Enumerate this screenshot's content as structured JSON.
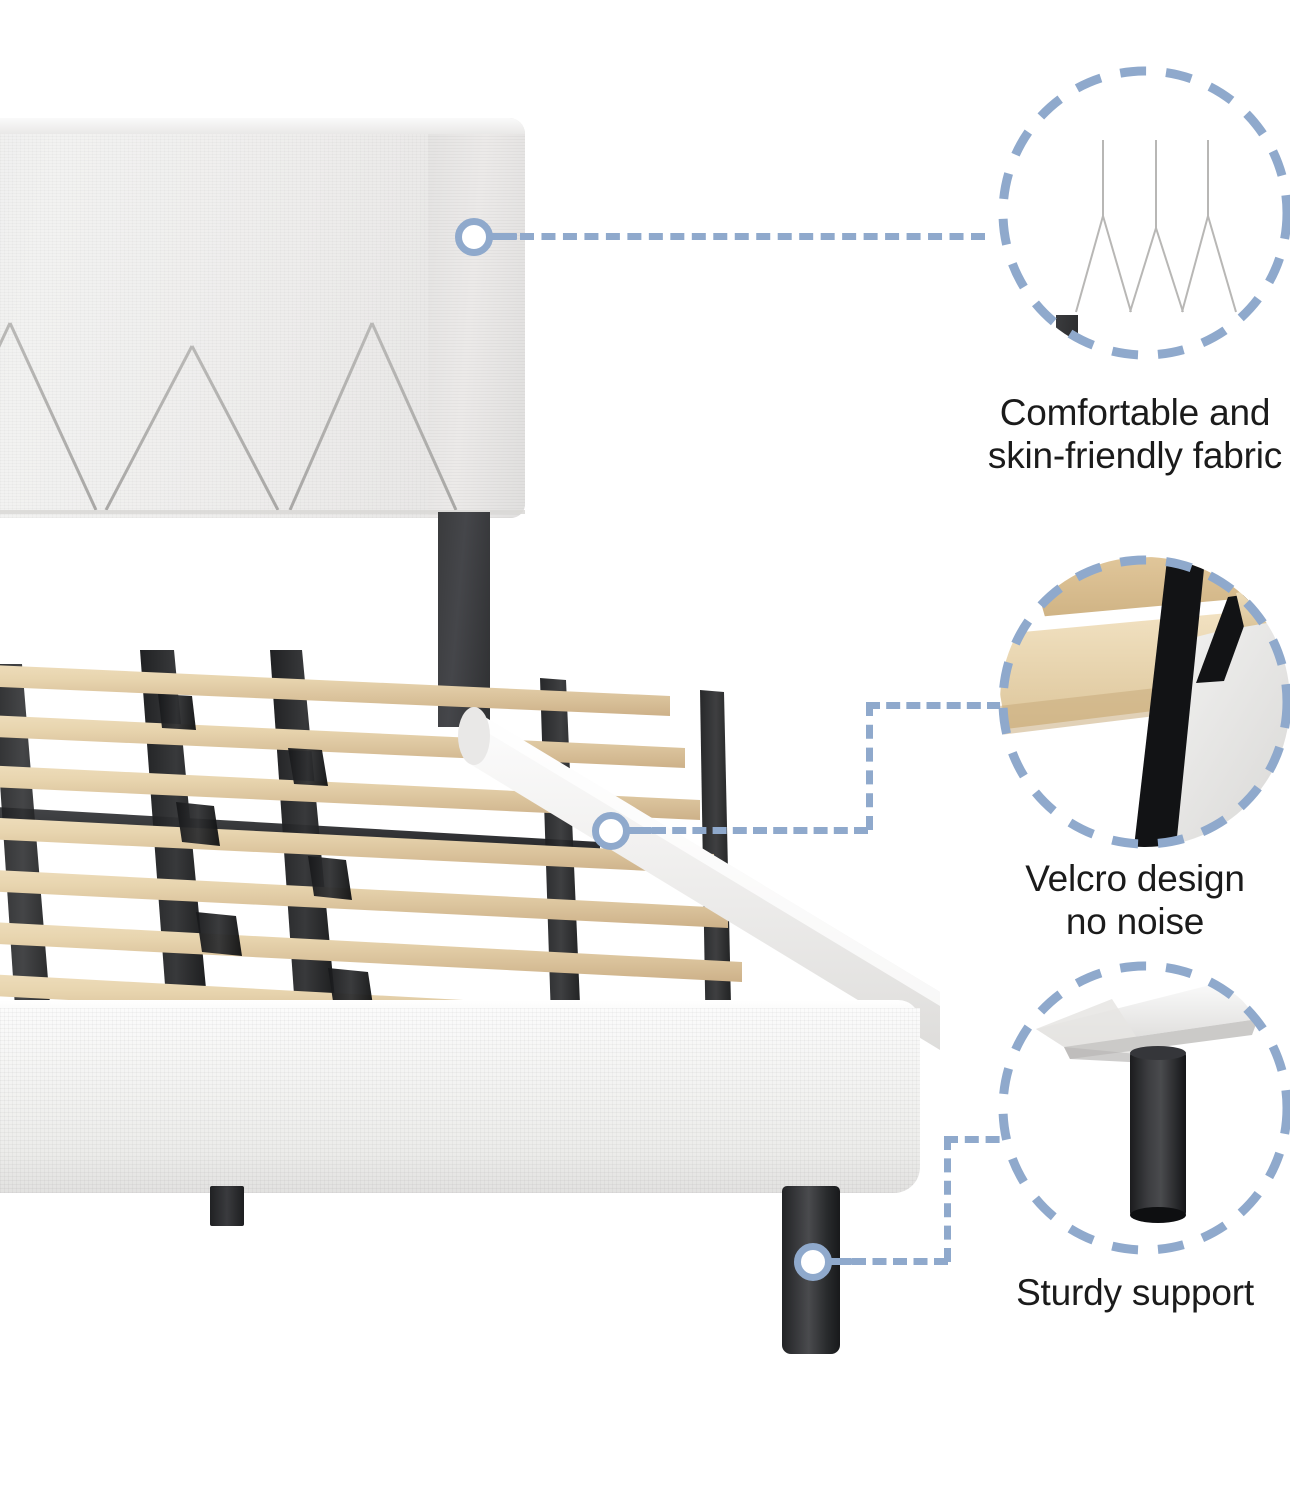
{
  "product": {
    "name": "upholstered-platform-bed-frame",
    "main_view": "angled view of light gray upholstered platform bed frame with wooden slats"
  },
  "colors": {
    "accent_blue": "#8FA9CC",
    "fabric_light_gray": "#EFEEED",
    "fabric_shadow": "#E2E1E0",
    "metal_black": "#2F3032",
    "wood_slat": "#E6D3AE",
    "wood_slat_dark": "#C9AE7E",
    "text_black": "#1B1B1B",
    "background": "#FFFFFF"
  },
  "callouts": [
    {
      "id": "fabric",
      "label": "Comfortable and\nskin-friendly fabric",
      "detail_subject": "upholstered headboard with geometric stitching",
      "marker_target": "headboard-right-panel"
    },
    {
      "id": "velcro",
      "label": "Velcro design\nno noise",
      "detail_subject": "wooden slats secured with black velcro straps",
      "marker_target": "slat-velcro-strap"
    },
    {
      "id": "support",
      "label": "Sturdy support",
      "detail_subject": "black cylindrical metal leg under upholstered rail",
      "marker_target": "bed-leg"
    }
  ],
  "bed_parts": {
    "headboard": "tufted headboard panel",
    "headboard_post": "black metal headboard support post",
    "slats": "wooden support slats",
    "straps": "black velcro straps",
    "side_rail": "upholstered side rail",
    "front_rail": "upholstered foot rail",
    "leg": "black cylindrical support leg",
    "leg_tab": "black center support tab"
  }
}
